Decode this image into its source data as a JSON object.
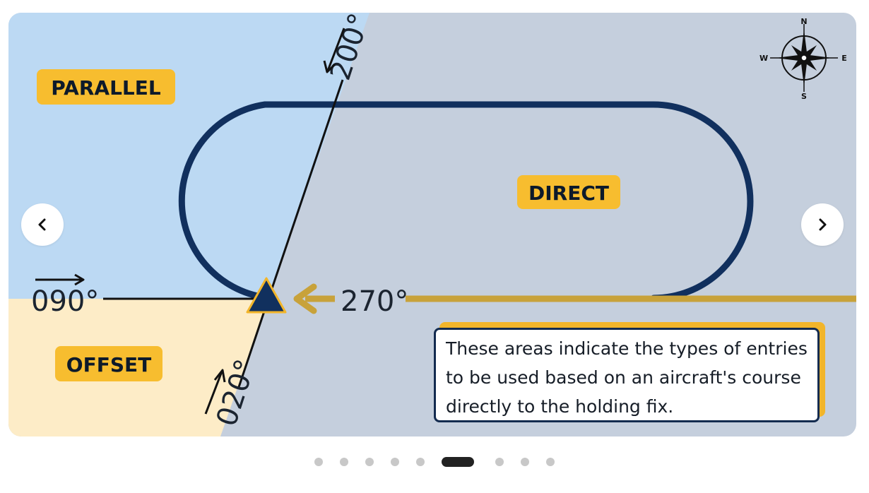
{
  "diagram": {
    "areas": [
      {
        "id": "parallel",
        "label": "PARALLEL",
        "color": "#bcd9f3"
      },
      {
        "id": "direct",
        "label": "DIRECT",
        "color": "#c5cfdd"
      },
      {
        "id": "offset",
        "label": "OFFSET",
        "color": "#fdecc7"
      }
    ],
    "headings": {
      "h200": "200°",
      "h090": "090°",
      "h270": "270°",
      "h020": "020°"
    },
    "colors": {
      "racetrack": "#11305e",
      "inbound": "#c8a23a",
      "badge": "#f7bd2f",
      "fix": "#11305e"
    },
    "compass": {
      "n": "N",
      "s": "S",
      "e": "E",
      "w": "W"
    },
    "note": "These areas indicate the types of entries to be used based on an aircraft's course directly to the holding fix."
  },
  "carousel": {
    "prev_icon": "chevron-left-icon",
    "next_icon": "chevron-right-icon",
    "slide_count": 9,
    "active_index": 6
  }
}
